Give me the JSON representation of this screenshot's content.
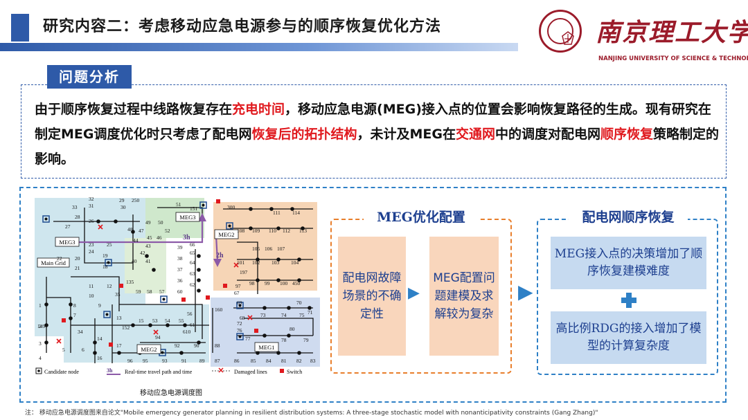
{
  "header": {
    "title": "研究内容二：考虑移动应急电源参与的顺序恢复优化方法",
    "university_cn": "南京理工大学",
    "university_en": "NANJING UNIVERSITY OF SCIENCE & TECHNOLOGY"
  },
  "problem": {
    "tab_label": "问题分析",
    "segments": [
      {
        "text": "由于顺序恢复过程中线路恢复存在",
        "red": false
      },
      {
        "text": "充电时间",
        "red": true
      },
      {
        "text": "，移动应急电源(MEG)接入点的位置会影响恢复路径的生成。现有研究在制定MEG调度优化时只考虑了配电网",
        "red": false
      },
      {
        "text": "恢复后的拓扑结构",
        "red": true
      },
      {
        "text": "，未计及MEG在",
        "red": false
      },
      {
        "text": "交通网",
        "red": true
      },
      {
        "text": "中的调度对配电网",
        "red": false
      },
      {
        "text": "顺序恢复",
        "red": true
      },
      {
        "text": "策略制定的影响。",
        "red": false
      }
    ]
  },
  "figure": {
    "caption": "移动应急电源调度图",
    "legend": {
      "candidate": "Candidate node",
      "travel_tag": "3h",
      "travel": "Real-time travel path and time",
      "damaged": "Damaged lines",
      "switch": "Switch"
    },
    "tags": {
      "meg1": "MEG1",
      "meg2": "MEG2",
      "meg3": "MEG3",
      "main_grid": "Main Grid",
      "h3": "3h",
      "h2": "2h"
    },
    "node_numbers": [
      "1",
      "2",
      "3",
      "4",
      "5",
      "6",
      "7",
      "8",
      "9",
      "10",
      "11",
      "12",
      "13",
      "14",
      "15",
      "16",
      "17",
      "18",
      "19",
      "20",
      "21",
      "22",
      "23",
      "24",
      "25",
      "26",
      "27",
      "28",
      "29",
      "30",
      "31",
      "32",
      "33",
      "34",
      "35",
      "36",
      "37",
      "38",
      "39",
      "40",
      "41",
      "42",
      "43",
      "44",
      "45",
      "46",
      "47",
      "48",
      "49",
      "50",
      "51",
      "52",
      "53",
      "54",
      "55",
      "56",
      "57",
      "58",
      "59",
      "60",
      "61",
      "62",
      "63",
      "64",
      "65",
      "66",
      "67",
      "68",
      "69",
      "70",
      "71",
      "72",
      "73",
      "74",
      "75",
      "76",
      "77",
      "78",
      "79",
      "80",
      "81",
      "82",
      "83",
      "84",
      "85",
      "86",
      "87",
      "88",
      "89",
      "90",
      "91",
      "92",
      "93",
      "94",
      "95",
      "96",
      "97",
      "98",
      "99",
      "100",
      "101",
      "102",
      "103",
      "104",
      "105",
      "106",
      "107",
      "108",
      "109",
      "110",
      "111",
      "112",
      "113",
      "114",
      "135",
      "149",
      "151",
      "152",
      "160",
      "197",
      "250",
      "300",
      "450",
      "610"
    ]
  },
  "config": {
    "title": "MEG优化配置",
    "card_left": "配电网故障场景的不确定性",
    "card_right": "MEG配置问题建模及求解较为复杂"
  },
  "restoration": {
    "title": "配电网顺序恢复",
    "card_top": "MEG接入点的决策增加了顺序恢复建模难度",
    "card_bottom": "高比例RDG的接入增加了模型的计算复杂度"
  },
  "note": "注：  移动应急电源调度图来自论文\"Mobile emergency generator planning in resilient distribution systems: A three-stage stochastic model with nonanticipativity constraints (Gang Zhang)\"",
  "colors": {
    "brand_blue": "#2e5aa8",
    "accent_red": "#e0191e",
    "university_red": "#9b1b2a",
    "orange": "#e87e2b",
    "card_orange": "#f9d6bc",
    "card_blue": "#c6daf0"
  }
}
